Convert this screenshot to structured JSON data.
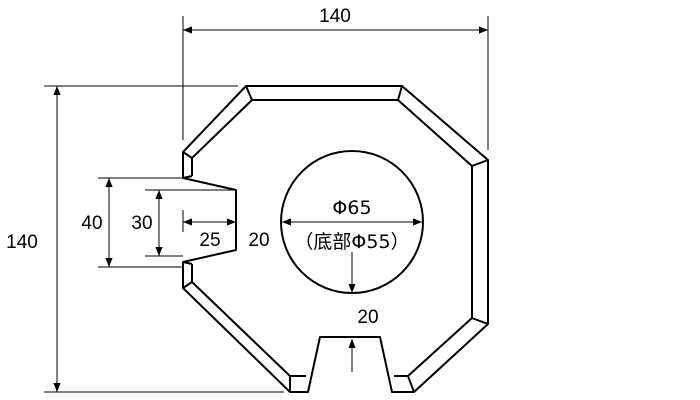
{
  "dimensions": {
    "top_width": "140",
    "left_height": "140",
    "notch_outer": "40",
    "notch_inner": "30",
    "notch_depth": "25",
    "wall_left": "20",
    "bottom_depth": "20"
  },
  "hole": {
    "diameter": "Φ65",
    "base_note": "（底部Φ55）"
  },
  "colors": {
    "line": "#000000",
    "background": "#ffffff"
  }
}
